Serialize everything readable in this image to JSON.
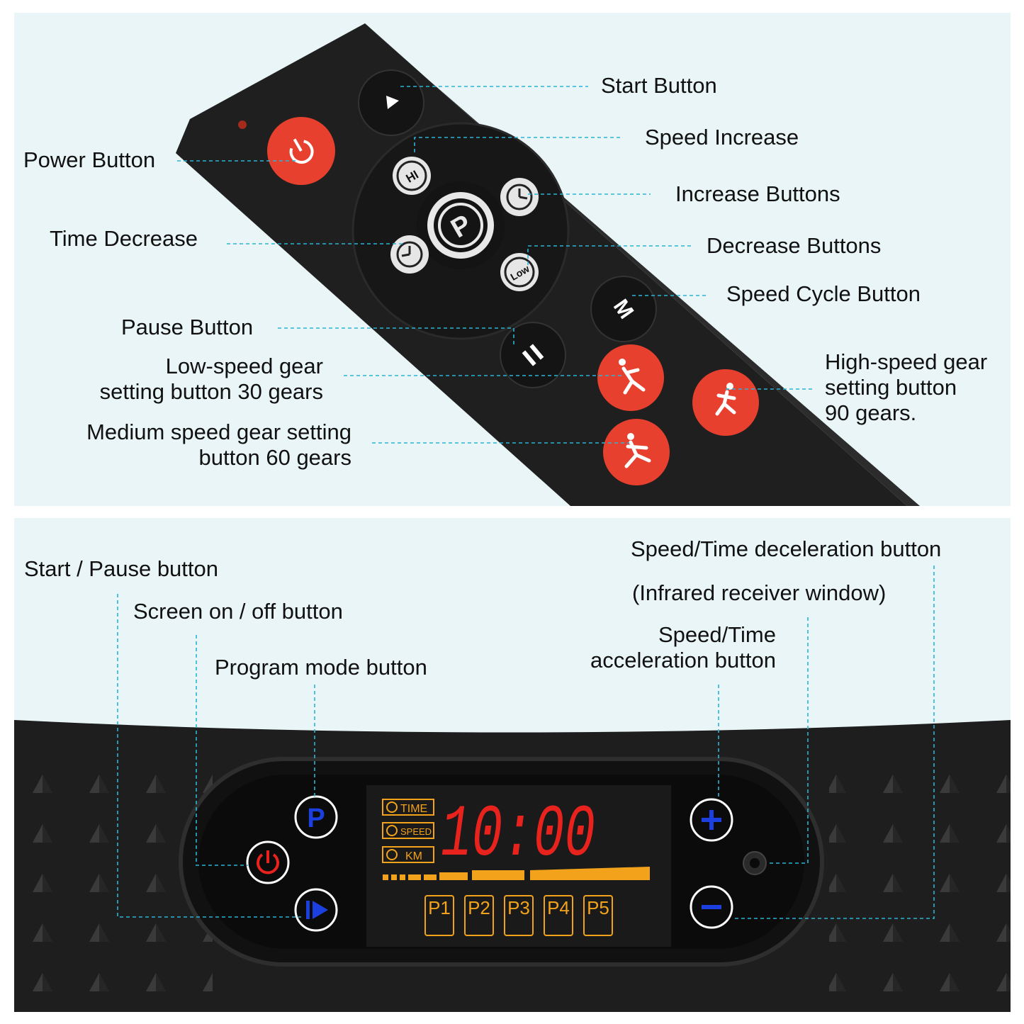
{
  "remote_labels": {
    "start": "Start Button",
    "speed_increase": "Speed Increase",
    "power": "Power Button",
    "increase": "Increase Buttons",
    "time_decrease": "Time Decrease",
    "decrease": "Decrease Buttons",
    "speed_cycle": "Speed Cycle Button",
    "pause": "Pause Button",
    "low_gear_1": "Low-speed gear",
    "low_gear_2": "setting button 30 gears",
    "high_gear_1": "High-speed gear",
    "high_gear_2": "setting button",
    "high_gear_3": "90 gears.",
    "medium_gear_1": "Medium speed gear setting",
    "medium_gear_2": "button 60 gears"
  },
  "remote_button_marks": {
    "hi": "HI",
    "low": "Low",
    "program": "P",
    "mode": "M"
  },
  "console_labels": {
    "decel": "Speed/Time deceleration button",
    "start_pause": "Start / Pause button",
    "infrared": "(Infrared receiver window)",
    "screen": "Screen on / off button",
    "accel_1": "Speed/Time",
    "accel_2": "acceleration button",
    "program": "Program mode button"
  },
  "display": {
    "time_label": "TIME",
    "speed_label": "SPEED",
    "km_label": "KM",
    "readout": "10:00",
    "programs": [
      "P1",
      "P2",
      "P3",
      "P4",
      "P5"
    ],
    "program_button_mark": "P"
  },
  "colors": {
    "panel_bg": "#e9f5f6",
    "device_body": "#1e1e1e",
    "red_button": "#e8402e",
    "callout_line": "#2bb3d6",
    "lcd_red": "#e8231e",
    "lcd_orange": "#f2a21b",
    "console_blue": "#1c3fe0"
  },
  "icons": [
    "power-icon",
    "play-icon",
    "pause-icon",
    "hi-speed-icon",
    "low-speed-icon",
    "program-icon",
    "timer-icon",
    "mode-icon",
    "walker-icon",
    "runner-icon",
    "jumper-icon",
    "plus-icon",
    "minus-icon",
    "play-pause-icon",
    "infrared-window-icon"
  ]
}
